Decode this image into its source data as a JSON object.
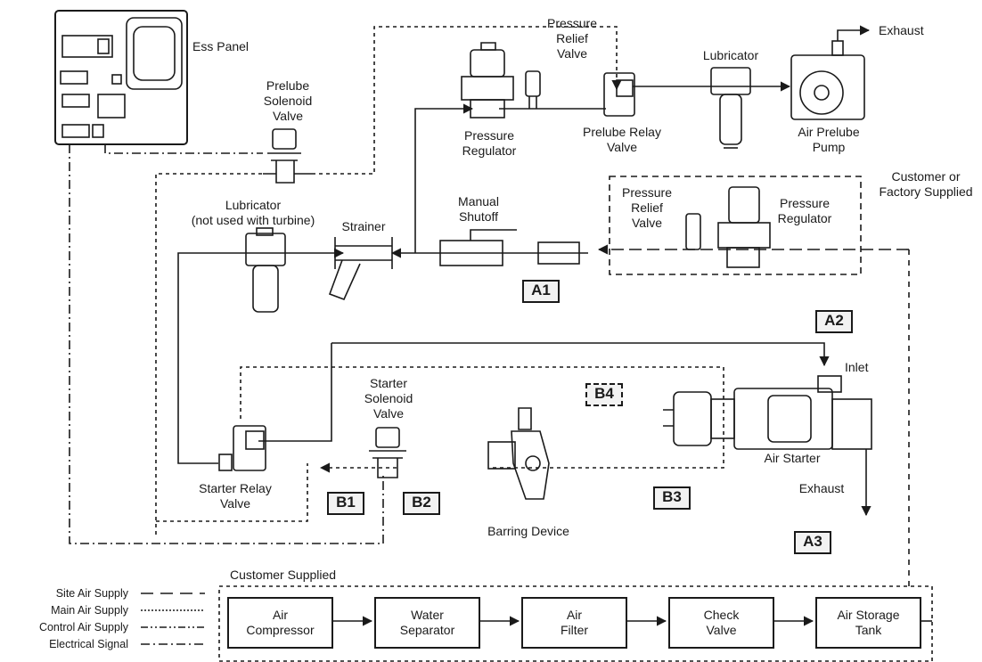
{
  "labels": {
    "ess_panel": "Ess Panel",
    "prelube_solenoid": [
      "Prelube",
      "Solenoid",
      "Valve"
    ],
    "pressure_regulator_top": [
      "Pressure",
      "Regulator"
    ],
    "pressure_relief_top": [
      "Pressure",
      "Relief",
      "Valve"
    ],
    "prelube_relay": [
      "Prelube Relay",
      "Valve"
    ],
    "lubricator_top": "Lubricator",
    "exhaust_top": "Exhaust",
    "air_prelube_pump": [
      "Air Prelube",
      "Pump"
    ],
    "customer_or_factory": [
      "Customer or",
      "Factory Supplied"
    ],
    "pressure_relief_right": [
      "Pressure",
      "Relief",
      "Valve"
    ],
    "pressure_regulator_right": [
      "Pressure",
      "Regulator"
    ],
    "lubricator_left": [
      "Lubricator",
      "(not used with turbine)"
    ],
    "strainer": "Strainer",
    "manual_shutoff": [
      "Manual",
      "Shutoff"
    ],
    "starter_solenoid": [
      "Starter",
      "Solenoid",
      "Valve"
    ],
    "inlet": "Inlet",
    "air_starter": "Air Starter",
    "exhaust_right": "Exhaust",
    "starter_relay": [
      "Starter Relay",
      "Valve"
    ],
    "barring_device": "Barring Device",
    "customer_supplied": "Customer Supplied"
  },
  "tags": {
    "a1": "A1",
    "a2": "A2",
    "a3": "A3",
    "b1": "B1",
    "b2": "B2",
    "b3": "B3",
    "b4": "B4"
  },
  "supply_chain": [
    [
      "Air",
      "Compressor"
    ],
    [
      "Water",
      "Separator"
    ],
    [
      "Air",
      "Filter"
    ],
    [
      "Check",
      "Valve"
    ],
    [
      "Air Storage",
      "Tank"
    ]
  ],
  "legend": {
    "site_air": "Site Air Supply",
    "main_air": "Main Air Supply",
    "control_air": "Control Air Supply",
    "electrical": "Electrical Signal"
  }
}
